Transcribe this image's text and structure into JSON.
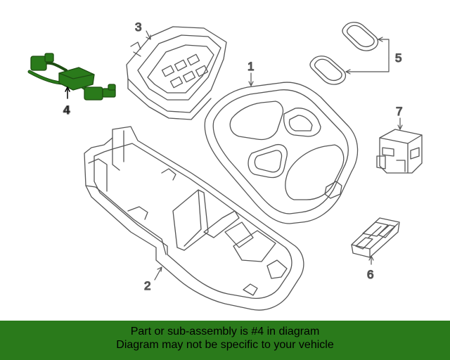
{
  "callouts": {
    "c1": "1",
    "c2": "2",
    "c3": "3",
    "c4": "4",
    "c5": "5",
    "c6": "6",
    "c7": "7"
  },
  "highlight_color": "#2a7a1b",
  "banner": {
    "line1": "Part or sub-assembly is #4 in diagram",
    "line2": "Diagram may not be specific to your vehicle"
  }
}
